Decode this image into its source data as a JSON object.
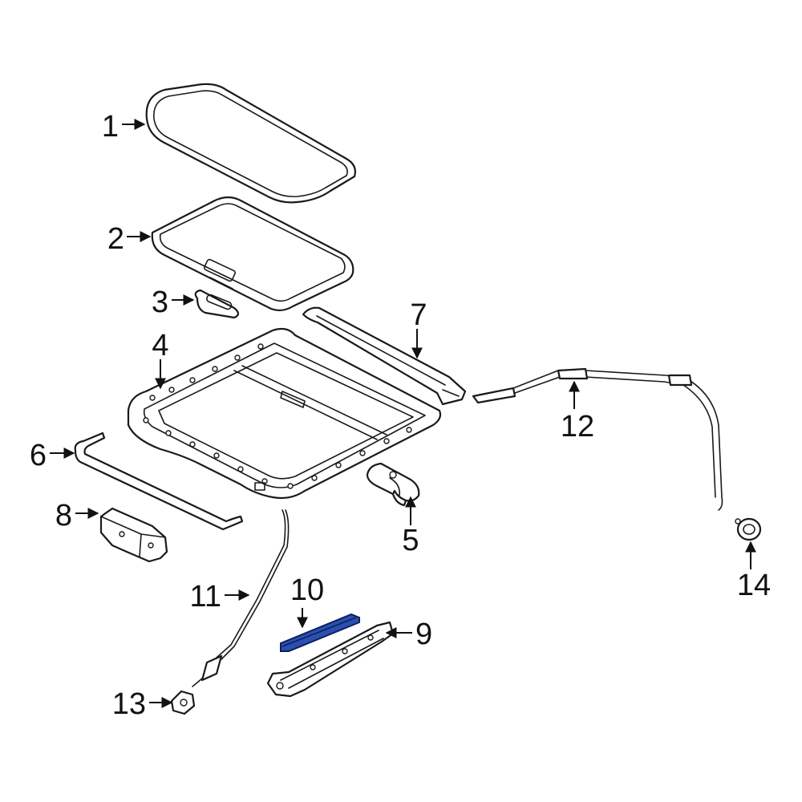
{
  "diagram": {
    "callouts": [
      {
        "id": "1",
        "label": "1"
      },
      {
        "id": "2",
        "label": "2"
      },
      {
        "id": "3",
        "label": "3"
      },
      {
        "id": "4",
        "label": "4"
      },
      {
        "id": "5",
        "label": "5"
      },
      {
        "id": "6",
        "label": "6"
      },
      {
        "id": "7",
        "label": "7"
      },
      {
        "id": "8",
        "label": "8"
      },
      {
        "id": "9",
        "label": "9"
      },
      {
        "id": "10",
        "label": "10"
      },
      {
        "id": "11",
        "label": "11"
      },
      {
        "id": "12",
        "label": "12"
      },
      {
        "id": "13",
        "label": "13"
      },
      {
        "id": "14",
        "label": "14"
      }
    ],
    "colors": {
      "line": "#1a1a1a",
      "highlight_fill": "#2b4fae",
      "highlight_stroke": "#0d1f5c",
      "background": "#ffffff"
    }
  }
}
